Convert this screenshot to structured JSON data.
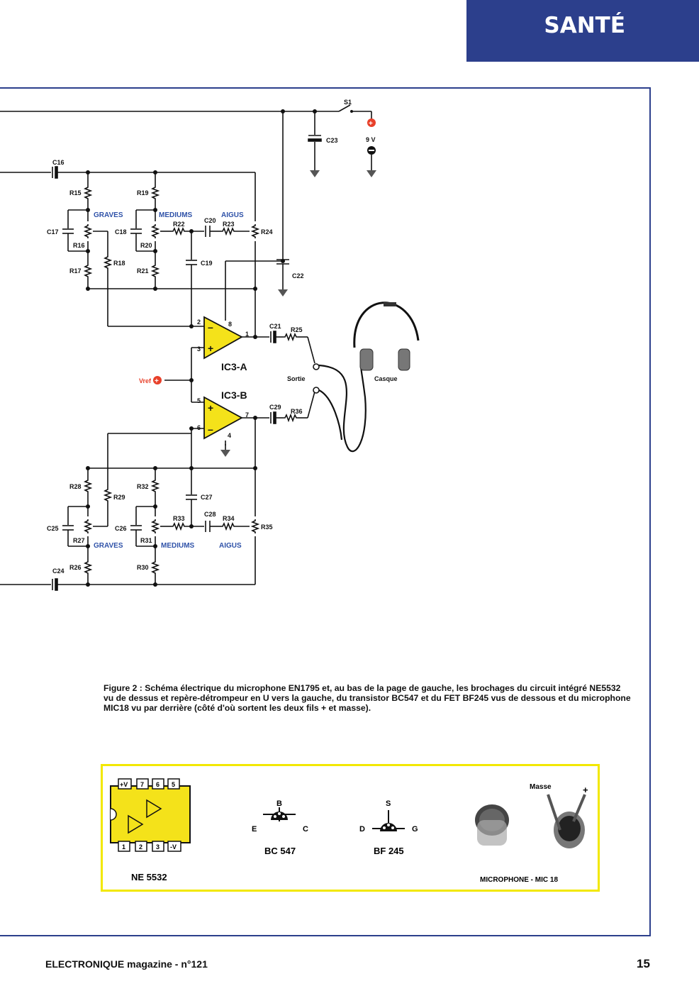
{
  "header": {
    "section": "SANTÉ"
  },
  "schematic": {
    "switch": "S1",
    "battery": "9 V",
    "caps": {
      "c16": "C16",
      "c17": "C17",
      "c18": "C18",
      "c19": "C19",
      "c20": "C20",
      "c21": "C21",
      "c22": "C22",
      "c23": "C23",
      "c24": "C24",
      "c25": "C25",
      "c26": "C26",
      "c27": "C27",
      "c28": "C28",
      "c29": "C29"
    },
    "res": {
      "r15": "R15",
      "r16": "R16",
      "r17": "R17",
      "r18": "R18",
      "r19": "R19",
      "r20": "R20",
      "r21": "R21",
      "r22": "R22",
      "r23": "R23",
      "r24": "R24",
      "r25": "R25",
      "r26": "R26",
      "r27": "R27",
      "r28": "R28",
      "r29": "R29",
      "r30": "R30",
      "r31": "R31",
      "r32": "R32",
      "r33": "R33",
      "r34": "R34",
      "r35": "R35",
      "r36": "R36"
    },
    "bands": {
      "graves": "GRAVES",
      "mediums": "MEDIUMS",
      "aigus": "AIGUS"
    },
    "ic_a": "IC3-A",
    "ic_b": "IC3-B",
    "pins": {
      "p1": "1",
      "p2": "2",
      "p3": "3",
      "p4": "4",
      "p5": "5",
      "p6": "6",
      "p7": "7",
      "p8": "8"
    },
    "vref": "Vref",
    "sortie": "Sortie",
    "casque": "Casque"
  },
  "caption": "Figure 2 : Schéma électrique du microphone EN1795 et, au bas de la page de gauche, les brochages du circuit intégré NE5532 vu de dessus et repère-détrompeur en U vers la gauche, du transistor BC547 et du FET BF245 vus de dessous et du microphone MIC18 vu par derrière (côté d'où sortent les deux fils + et masse).",
  "pinouts": {
    "ne5532": {
      "name": "NE 5532",
      "top_pins": [
        "+V",
        "7",
        "6",
        "5"
      ],
      "bottom_pins": [
        "1",
        "2",
        "3",
        "-V"
      ]
    },
    "bc547": {
      "name": "BC 547",
      "b": "B",
      "e": "E",
      "c": "C"
    },
    "bf245": {
      "name": "BF 245",
      "s": "S",
      "d": "D",
      "g": "G"
    },
    "mic": {
      "name": "MICROPHONE - MIC 18",
      "masse": "Masse",
      "plus": "+"
    }
  },
  "footer": {
    "magazine": "ELECTRONIQUE magazine - n°121",
    "page": "15"
  }
}
